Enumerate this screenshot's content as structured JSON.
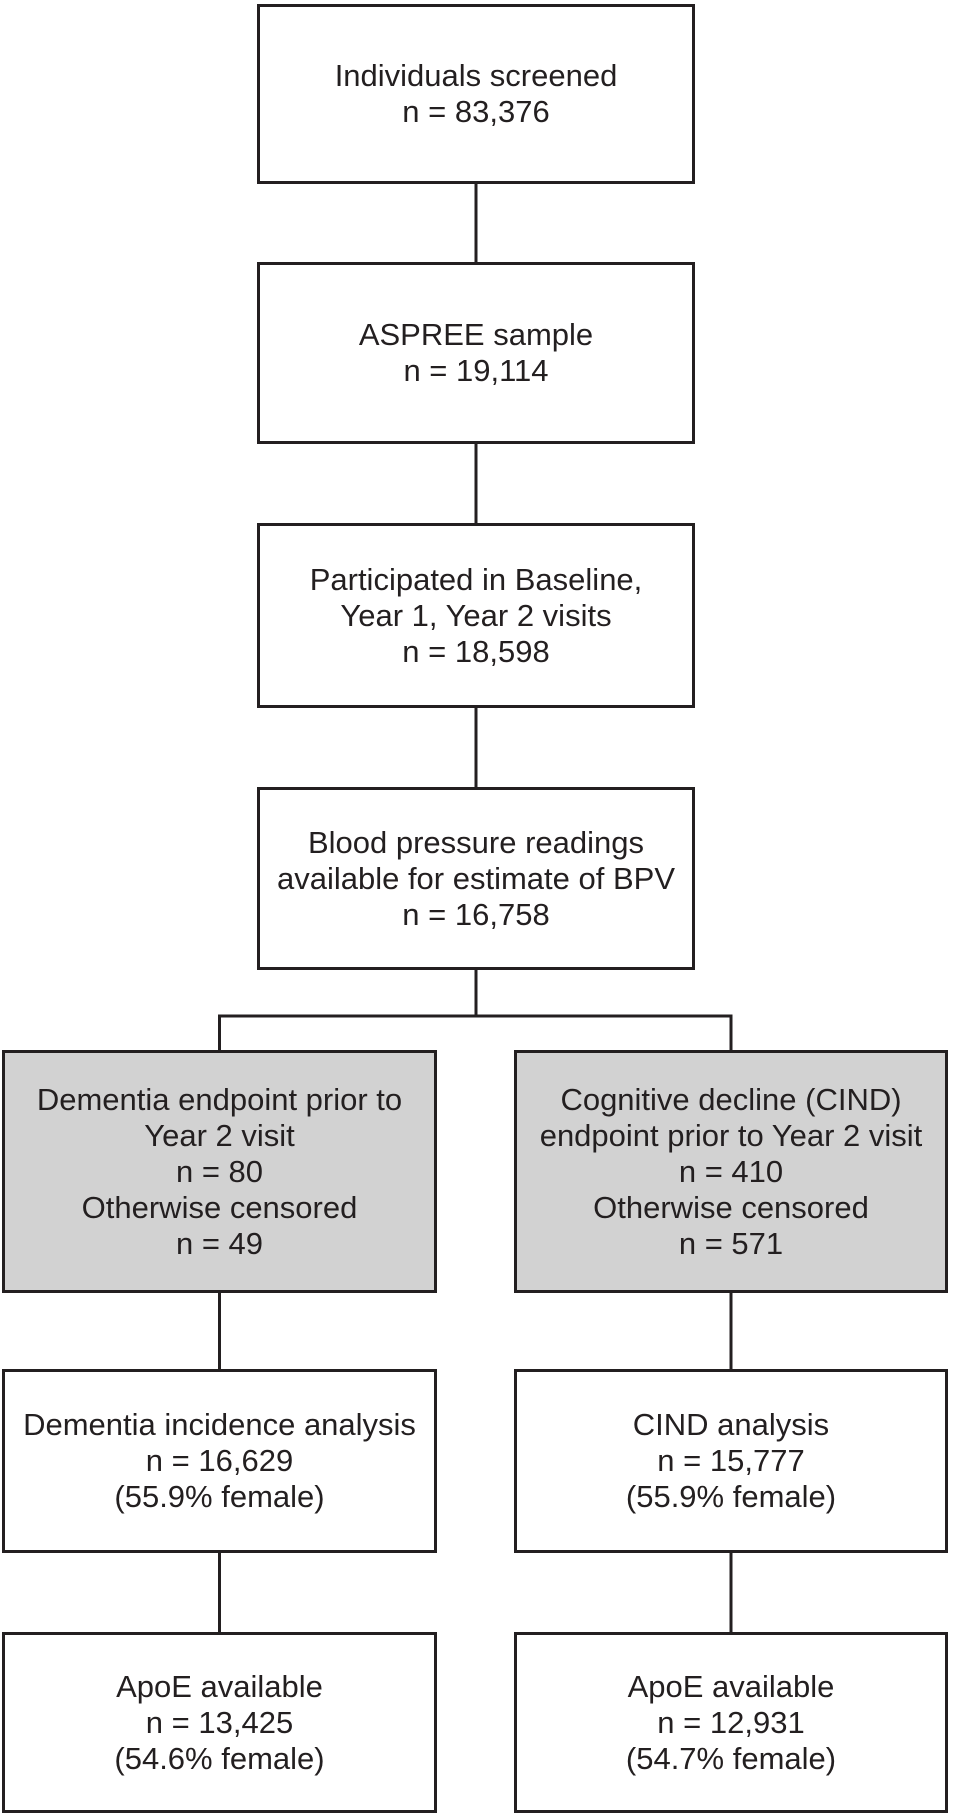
{
  "figure": {
    "type": "flowchart",
    "orientation": "top-down"
  },
  "colors": {
    "background": "#ffffff",
    "box_border": "#231f20",
    "box_fill_white": "#ffffff",
    "box_fill_gray": "#d2d2d2",
    "text": "#231f20",
    "connector": "#231f20"
  },
  "nodes": {
    "screened": {
      "variant": "white",
      "lines": [
        "Individuals screened",
        "n = 83,376"
      ]
    },
    "aspree_sample": {
      "variant": "white",
      "lines": [
        "ASPREE sample",
        "n = 19,114"
      ]
    },
    "visits": {
      "variant": "white",
      "lines": [
        "Participated in Baseline,",
        "Year 1, Year 2 visits",
        "n = 18,598"
      ]
    },
    "bpv": {
      "variant": "white",
      "lines": [
        "Blood pressure readings",
        "available for estimate of BPV",
        "n = 16,758"
      ]
    },
    "dementia_endpoint": {
      "variant": "gray",
      "lines": [
        "Dementia endpoint prior to",
        "Year 2 visit",
        "n = 80",
        "Otherwise censored",
        "n = 49"
      ]
    },
    "cind_endpoint": {
      "variant": "gray",
      "lines": [
        "Cognitive decline (CIND)",
        "endpoint prior to Year 2 visit",
        "n = 410",
        "Otherwise censored",
        "n = 571"
      ]
    },
    "dementia_analysis": {
      "variant": "white",
      "lines": [
        "Dementia incidence analysis",
        "n = 16,629",
        "(55.9% female)"
      ]
    },
    "cind_analysis": {
      "variant": "white",
      "lines": [
        "CIND analysis",
        "n = 15,777",
        "(55.9% female)"
      ]
    },
    "apoe_dementia": {
      "variant": "white",
      "lines": [
        "ApoE available",
        "n = 13,425",
        "(54.6% female)"
      ]
    },
    "apoe_cind": {
      "variant": "white",
      "lines": [
        "ApoE available",
        "n = 12,931",
        "(54.7% female)"
      ]
    }
  }
}
